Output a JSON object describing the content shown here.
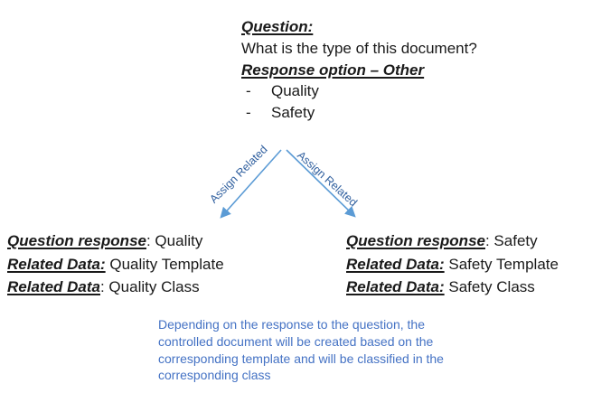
{
  "colors": {
    "arrow_line": "#5b9bd5",
    "arrow_label_text": "#31609f",
    "note_text": "#4472c4",
    "body_text": "#1a1a1a",
    "background": "#ffffff"
  },
  "question_block": {
    "title": "Question:",
    "question": "What is the type of this document?",
    "subtitle": "Response option – Other",
    "bullet": "-",
    "options": [
      "Quality",
      "Safety"
    ]
  },
  "arrows": {
    "left_label": "Assign Related",
    "right_label": "Assign Related"
  },
  "left_result": {
    "lines": [
      {
        "label": "Question response",
        "rest": ": Quality"
      },
      {
        "label": "Related Data:",
        "rest": " Quality Template"
      },
      {
        "label": "Related Data",
        "rest": ": Quality Class"
      }
    ]
  },
  "right_result": {
    "lines": [
      {
        "label": "Question response",
        "rest": ": Safety"
      },
      {
        "label": "Related Data:",
        "rest": " Safety Template"
      },
      {
        "label": "Related Data:",
        "rest": " Safety Class"
      }
    ]
  },
  "note": "Depending on the response to the question, the controlled document will be created based on the corresponding template and will be classified in the corresponding class"
}
